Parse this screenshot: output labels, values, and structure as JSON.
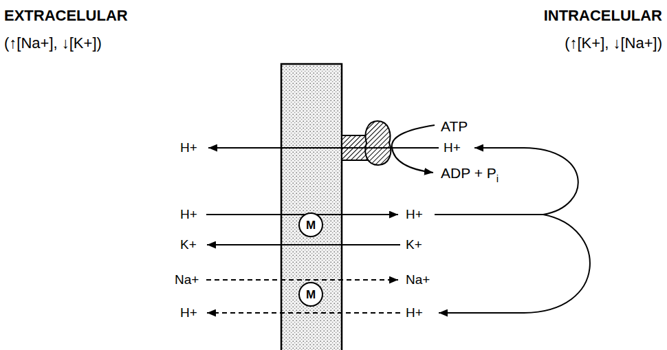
{
  "diagram": {
    "nodes": [
      {
        "text": [
          "M"
        ]
      },
      {
        "text": [
          "M"
        ]
      }
    ],
    "labels": [
      "EXTRACELULAR",
      "(↑[Na+], ↓[K+])",
      "INTRACELULAR",
      "(↑[K+], ↓[Na+])",
      "ATP",
      "H+",
      "H+",
      "ADP + P",
      "i",
      "H+",
      "H+",
      "K+",
      "K+",
      "Na+",
      "Na+",
      "H+",
      "H+"
    ]
  }
}
